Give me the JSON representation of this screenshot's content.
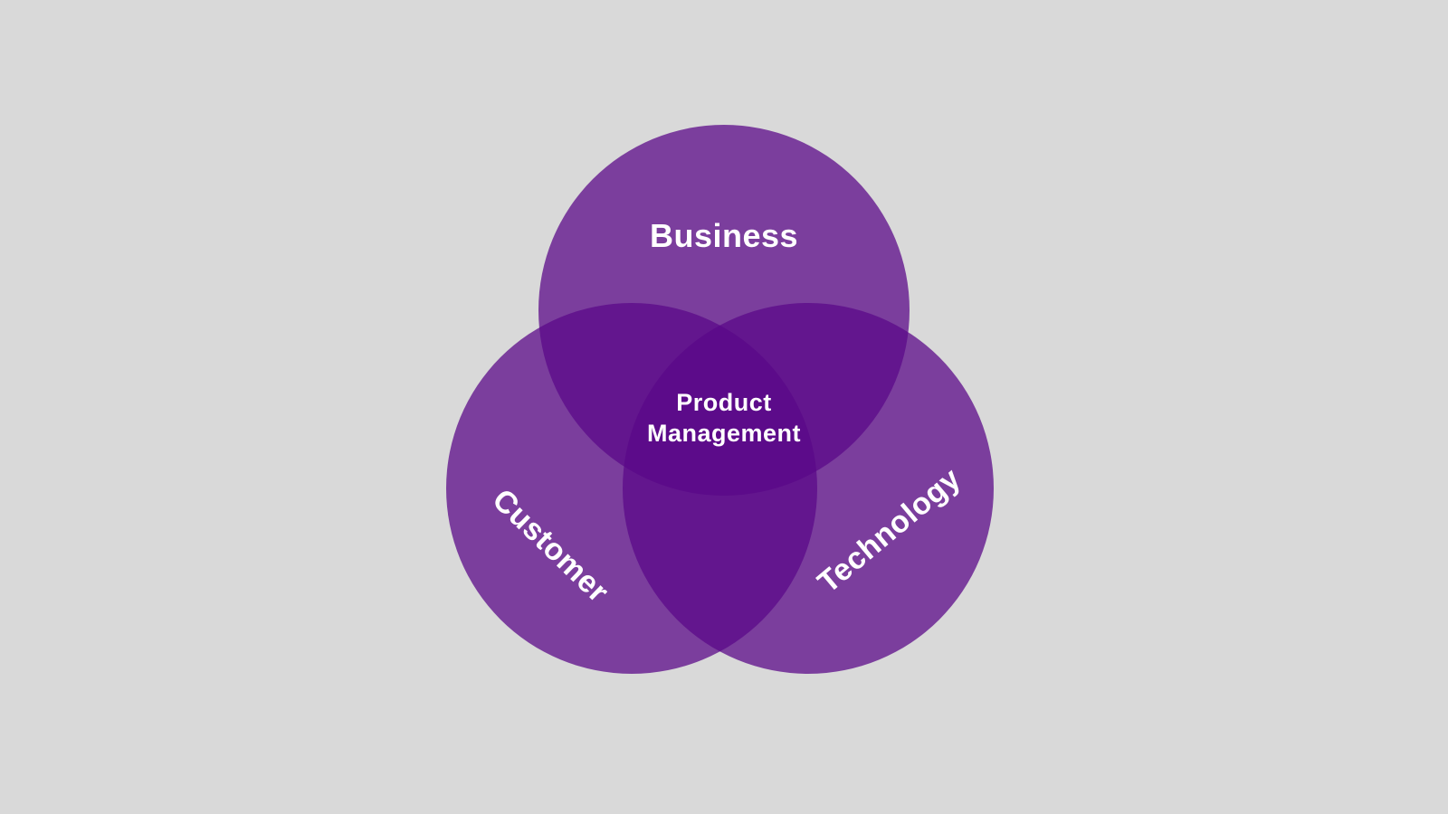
{
  "diagram": {
    "type": "venn",
    "description": "Three-circle Venn diagram showing Product Management as the intersection of Business, Customer and Technology",
    "sets": [
      {
        "id": "business",
        "label": "Business",
        "position": "top"
      },
      {
        "id": "customer",
        "label": "Customer",
        "position": "bottom-left"
      },
      {
        "id": "technology",
        "label": "Technology",
        "position": "bottom-right"
      }
    ],
    "labels": {
      "business": "Business",
      "customer": "Customer",
      "technology": "Technology",
      "center_intersection": "Product Management"
    },
    "colors": {
      "background": "#d9d9d9",
      "circle_fill": "rgba(90, 8, 136, 0.74)",
      "single_region_rendered": "#7b3e9d",
      "double_overlap_rendered": "#621591",
      "triple_overlap_rendered": "#5c0e8a",
      "label_text": "#ffffff"
    }
  }
}
